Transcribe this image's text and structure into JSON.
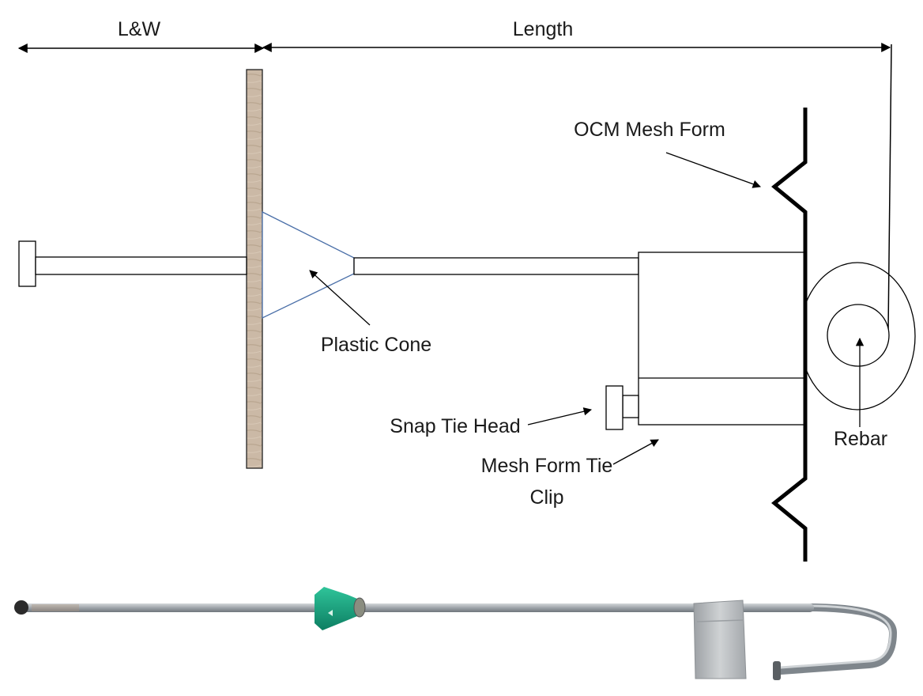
{
  "labels": {
    "lw": "L&W",
    "length": "Length",
    "ocm_mesh_form": "OCM Mesh Form",
    "plastic_cone": "Plastic Cone",
    "snap_tie_head": "Snap Tie Head",
    "mesh_form_tie_clip_line1": "Mesh Form Tie",
    "mesh_form_tie_clip_line2": "Clip",
    "rebar": "Rebar"
  },
  "colors": {
    "line": "#000000",
    "wood_panel": "#cbb9a6",
    "cone_outline": "#4a6fa8",
    "rod_metal": "#a9afb4",
    "cone_green": "#14a37f",
    "clip_metal": "#b9bcbf"
  }
}
